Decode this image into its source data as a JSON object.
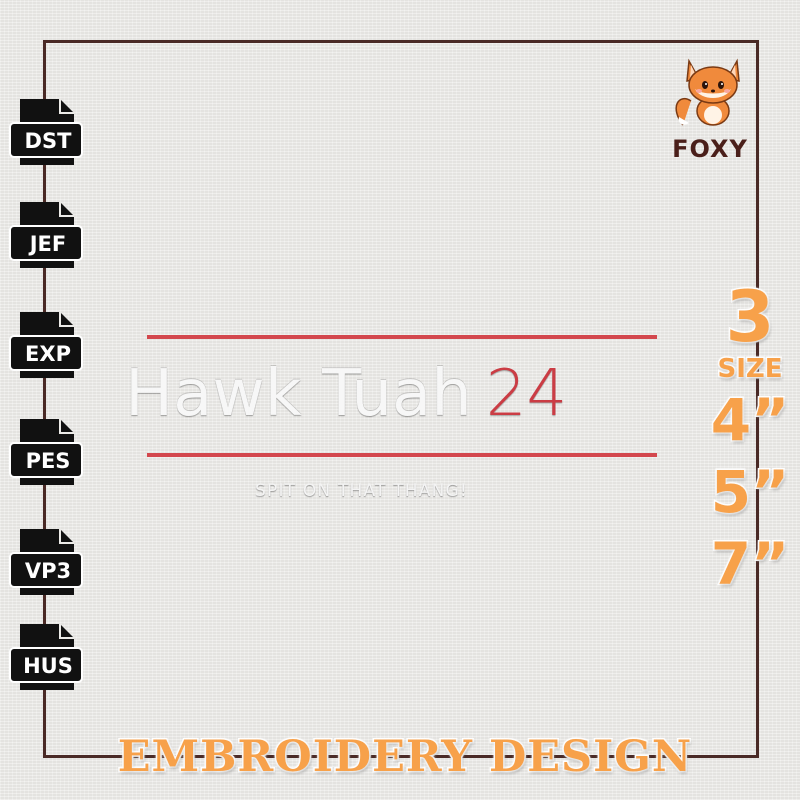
{
  "formats": [
    "DST",
    "JEF",
    "EXP",
    "PES",
    "VP3",
    "HUS"
  ],
  "brand": {
    "name": "FOXY",
    "logo_icon": "fox-mascot-icon"
  },
  "design": {
    "title_word": "Hawk Tuah",
    "title_number": "24",
    "tagline": "SPIT ON THAT THANG!",
    "accent_color": "#cb3c44"
  },
  "sizes": {
    "count": "3",
    "label": "SIZE",
    "values": [
      "4”",
      "5”",
      "7”"
    ]
  },
  "banner": "EMBROIDERY DESIGN",
  "colors": {
    "orange": "#f7a14a",
    "frame": "#4a2a26"
  }
}
